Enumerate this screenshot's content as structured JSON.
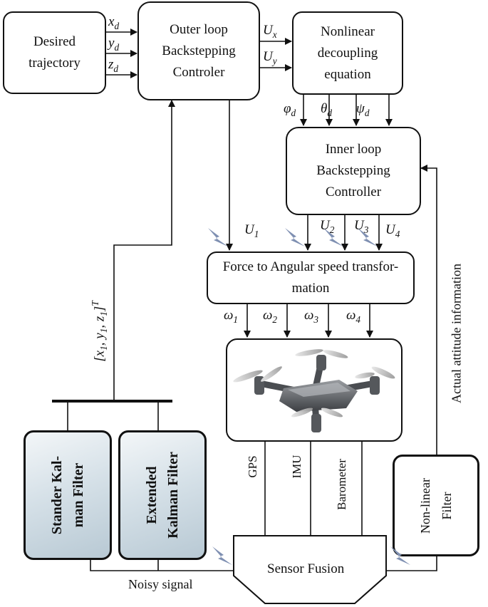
{
  "blocks": {
    "desired": {
      "line1": "Desired",
      "line2": "trajectory"
    },
    "outer": {
      "line1": "Outer loop",
      "line2": "Backstepping",
      "line3": "Controler"
    },
    "nonlinear": {
      "line1": "Nonlinear",
      "line2": "decoupling",
      "line3": "equation"
    },
    "inner": {
      "line1": "Inner loop",
      "line2": "Backstepping",
      "line3": "Controller"
    },
    "force": {
      "line1": "Force to Angular speed transfor-",
      "line2": "mation"
    },
    "kalman": {
      "line1": "Stander Kal-",
      "line2": "man Filter"
    },
    "ekf": {
      "line1": "Extended",
      "line2": "Kalman Filter"
    },
    "nlfilter": {
      "line1": "Non-linear",
      "line2": "Filter"
    },
    "fusion": {
      "label": "Sensor Fusion"
    }
  },
  "signals": {
    "xd": "x_d",
    "yd": "y_d",
    "zd": "z_d",
    "ux": "U_x",
    "uy": "U_y",
    "phi": "φ_d",
    "theta": "θ_d",
    "psi": "ψ_d",
    "u1": "U_1",
    "u2": "U_2",
    "u3": "U_3",
    "u4": "U_4",
    "w1": "ω_1",
    "w2": "ω_2",
    "w3": "ω_3",
    "w4": "ω_4",
    "feedback": "[x_1, y_1, z_1]^T"
  },
  "sensors": {
    "gps": "GPS",
    "imu": "IMU",
    "baro": "Barometer"
  },
  "labels": {
    "noisy": "Noisy signal",
    "attitude": "Actual attitude information"
  },
  "colors": {
    "filter_fill": "#c6d4de",
    "wireless": "#7f90b2"
  },
  "icons": [
    "drone-image",
    "wireless-signal-icon"
  ]
}
